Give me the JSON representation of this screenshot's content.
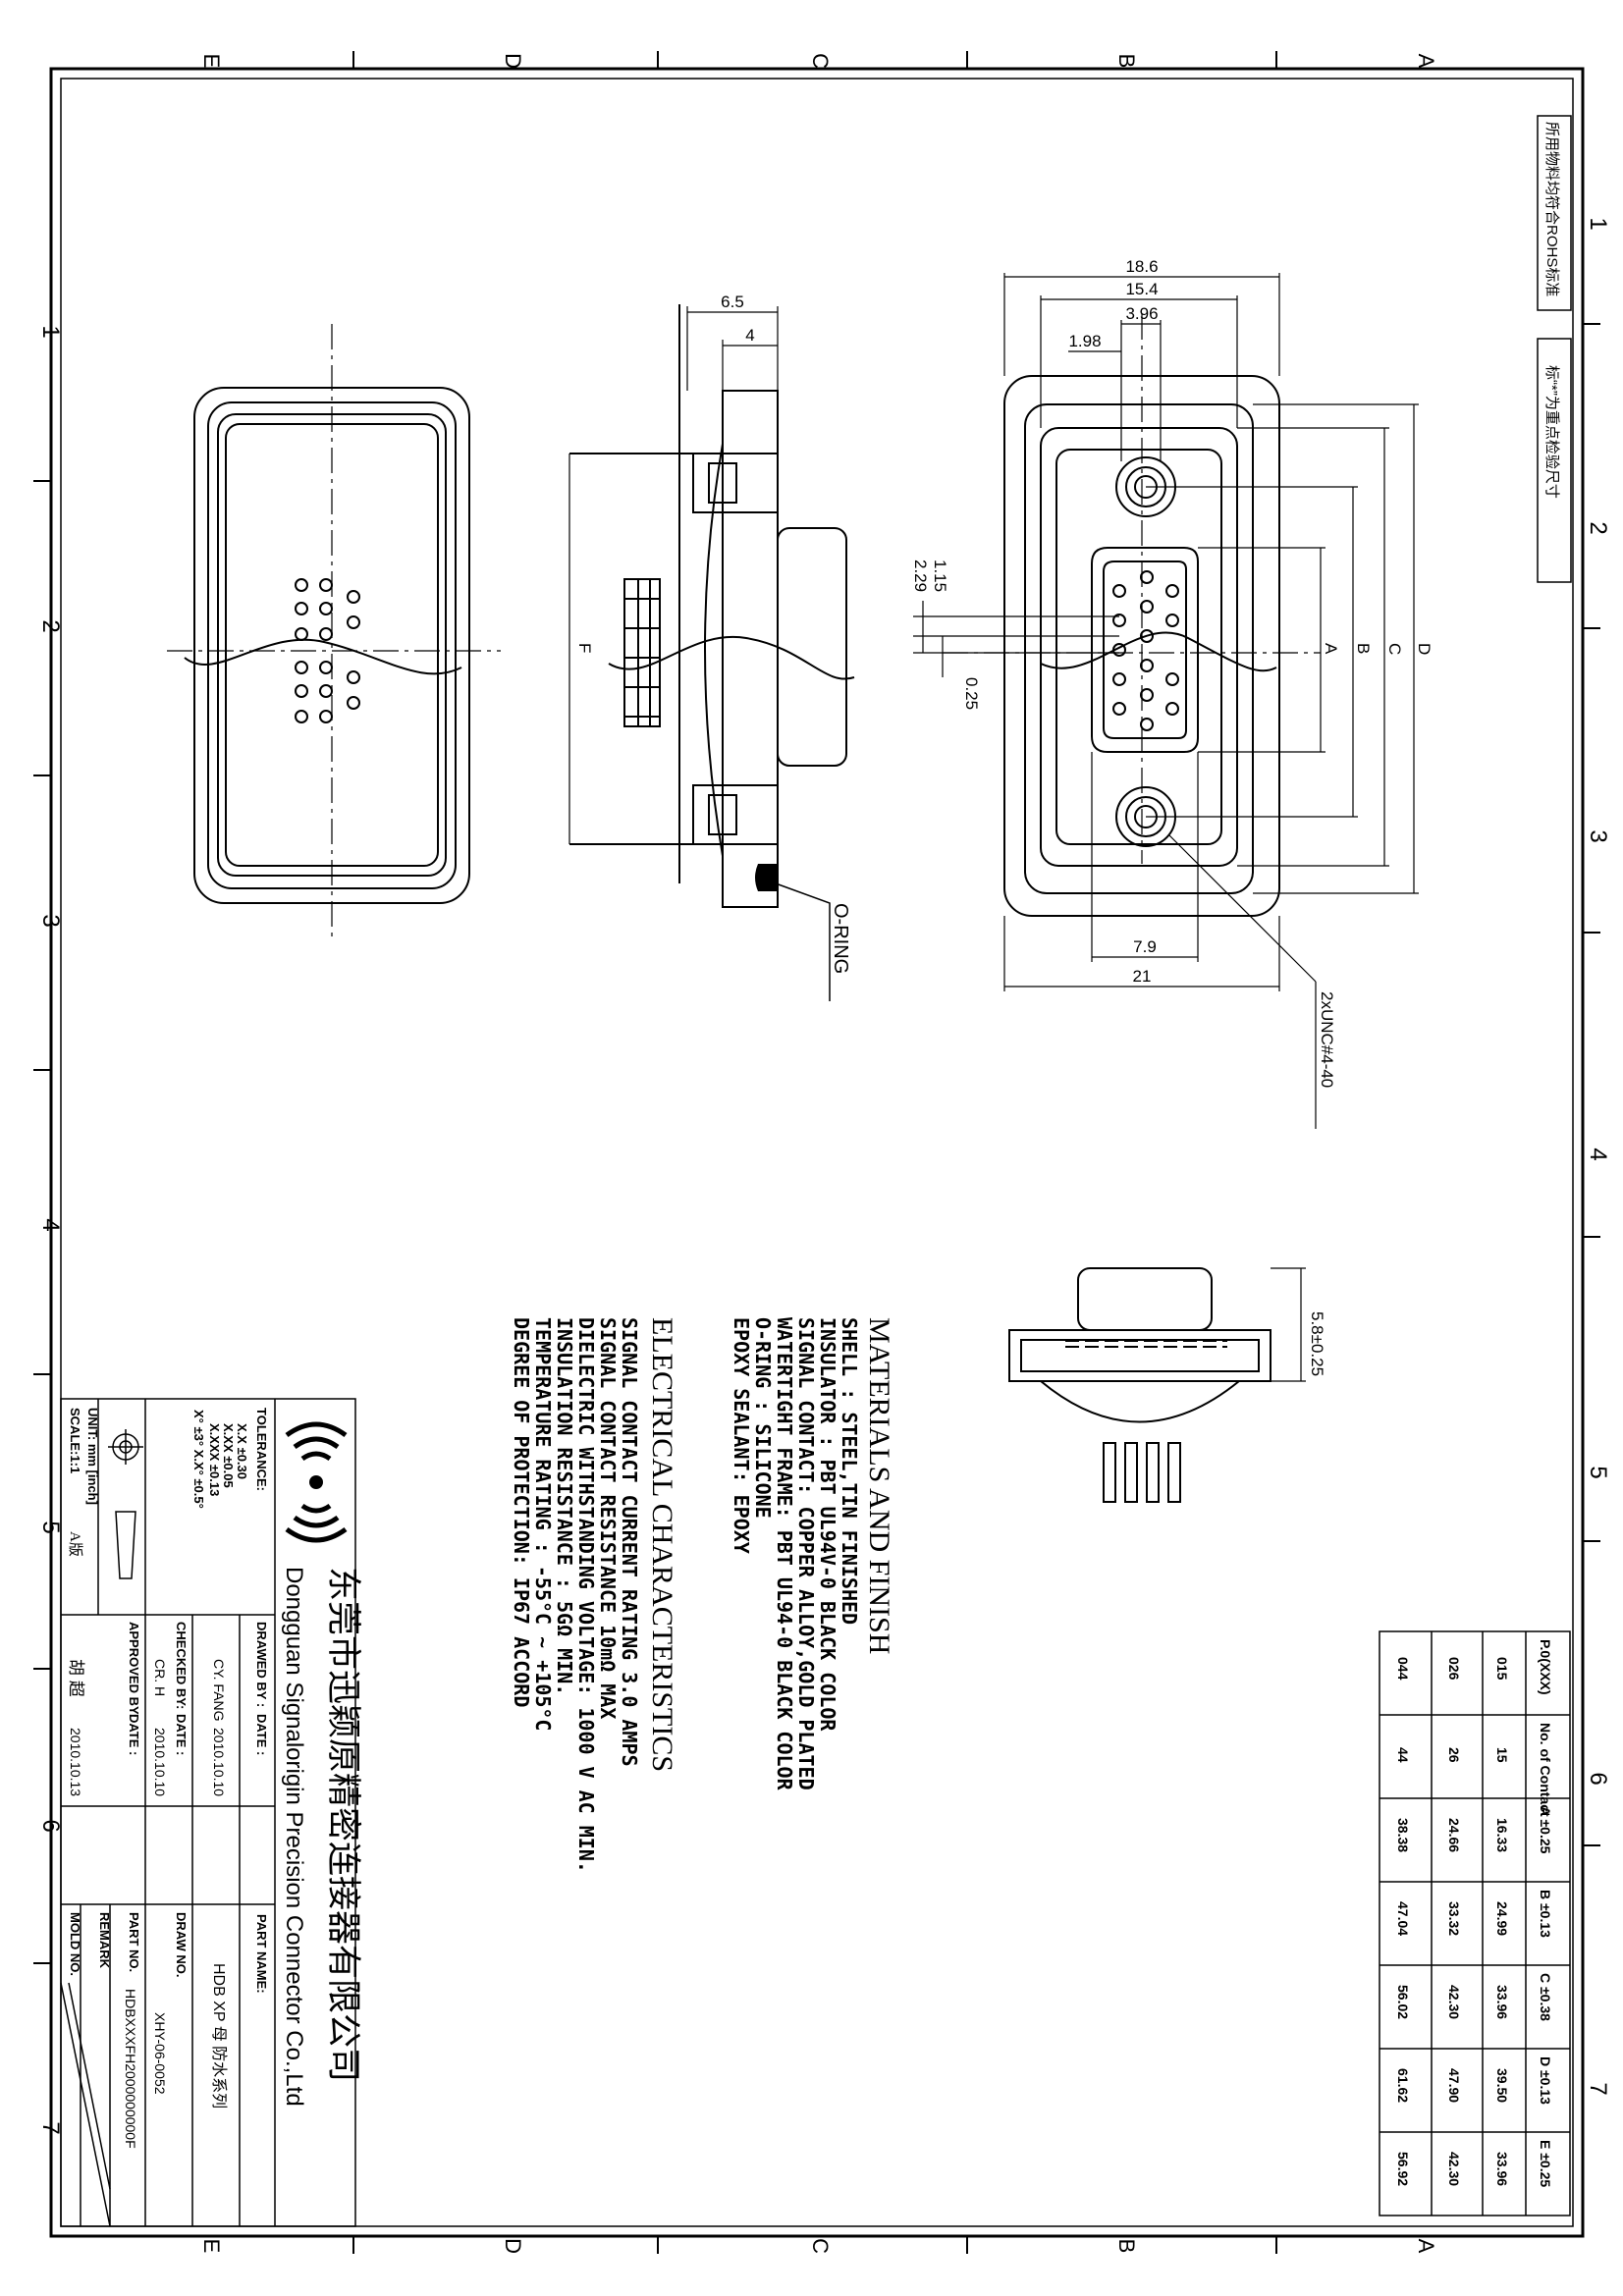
{
  "zone_letters": {
    "top": [
      "A",
      "B",
      "C",
      "D",
      "E"
    ],
    "bottom": [
      "A",
      "B",
      "C",
      "D",
      "E"
    ]
  },
  "zone_numbers": {
    "right": [
      "1",
      "2",
      "3",
      "4",
      "5",
      "6",
      "7"
    ],
    "left": [
      "1",
      "2",
      "3",
      "4",
      "5",
      "6",
      "7"
    ]
  },
  "notes": {
    "rohs": "所用物料均符合ROHS标准",
    "critical": "标“*”为重点检验尺寸"
  },
  "dims": {
    "d18_6": "18.6",
    "d15_4": "15.4",
    "d3_96": "3.96",
    "d1_98": "1.98",
    "d1_15": "1.15",
    "d2_29": "2.29",
    "d0_25": "0.25",
    "d7_9": "7.9",
    "d21": "21",
    "d6_5": "6.5",
    "d4": "4",
    "d5_8": "5.8±0.25",
    "A": "A",
    "B": "B",
    "C": "C",
    "D": "D",
    "F": "F",
    "thread": "2xUNC#4-40",
    "oring": "O-RING"
  },
  "materials": {
    "heading": "MATERIALS AND FINISH",
    "lines": [
      "SHELL : STEEL,TIN FINISHED",
      "INSULATOR : PBT UL94V-0 BLACK COLOR",
      "SIGNAL CONTACT: COPPER ALLOY,GOLD PLATED",
      "WATERTIGHT FRAME: PBT UL94-0 BLACK COLOR",
      "O-RING : SILICONE",
      "EPOXY SEALANT: EPOXY"
    ]
  },
  "electrical": {
    "heading": "ELECTRICAL CHARACTERISTICS",
    "lines": [
      "SIGNAL CONTACT CURRENT RATING 3.0 AMPS",
      "SIGNAL CONTACT RESISTANCE 10mΩ MAX",
      "DIELECTRIC WITHSTANDING VOLTAGE: 1000 V AC MIN.",
      "INSULATION RESISTANCE : 5GΩ MIN.",
      "TEMPERATURE RATING : -55°C ~ +105°C",
      "DEGREE OF PROTECTION: IP67 ACCORD"
    ]
  },
  "dim_table": {
    "headers": [
      "P.0(XXX)",
      "No. of Contact",
      "A ±0.25",
      "B ±0.13",
      "C ±0.38",
      "D ±0.13",
      "E ±0.25"
    ],
    "rows": [
      [
        "015",
        "15",
        "16.33",
        "24.99",
        "33.96",
        "39.50",
        "33.96"
      ],
      [
        "026",
        "26",
        "24.66",
        "33.32",
        "42.30",
        "47.90",
        "42.30"
      ],
      [
        "044",
        "44",
        "38.38",
        "47.04",
        "56.02",
        "61.62",
        "56.92"
      ]
    ]
  },
  "title_block": {
    "company_cn": "东莞市迅颖原精密连接器有限公司",
    "company_en": "Dongguan Signalorigin Precision Connector Co.,Ltd",
    "tolerance_label": "TOLERANCE:",
    "tol_lines": [
      "X.X   ±0.30",
      "X.XX  ±0.05",
      "X.XXX ±0.13",
      "X° ±3°  X.X° ±0.5°"
    ],
    "unit": "UNIT: mm [inch]",
    "scale": "SCALE:1:1",
    "version": "A版",
    "drawn_by_label": "DRAWED BY :",
    "drawn_by": "CY. FANG",
    "drawn_date_label": "DATE :",
    "drawn_date": "2010.10.10",
    "checked_by_label": "CHECKED BY:",
    "checked_by": "CR. H",
    "checked_date_label": "DATE :",
    "checked_date": "2010.10.10",
    "approved_by_label": "APPROVED BY:",
    "approved_by": "胡  超",
    "approved_date_label": "DATE :",
    "approved_date": "2010.10.13",
    "part_name_label": "PART NAME:",
    "part_name": "HDB XP 母 防水系列",
    "draw_no_label": "DRAW NO.",
    "draw_no": "XHY-06-0052",
    "part_no_label": "PART NO.",
    "part_no": "HDBXXXFH2000000000F",
    "remark_label": "REMARK",
    "mold_no_label": "MOLD NO."
  }
}
